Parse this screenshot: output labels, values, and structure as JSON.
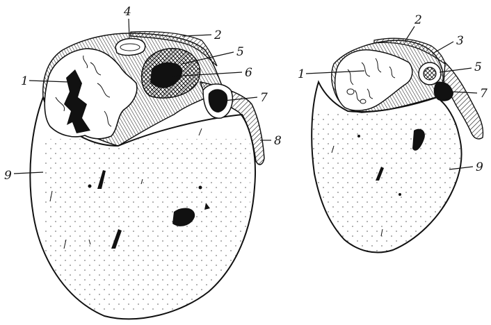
{
  "figure": {
    "left_section_labels": [
      "4",
      "2",
      "1",
      "5",
      "6",
      "7",
      "8",
      "9"
    ],
    "right_section_labels": [
      "2",
      "3",
      "1",
      "5",
      "7",
      "9"
    ]
  },
  "colors": {
    "ink": "#111111",
    "paper": "#ffffff"
  }
}
